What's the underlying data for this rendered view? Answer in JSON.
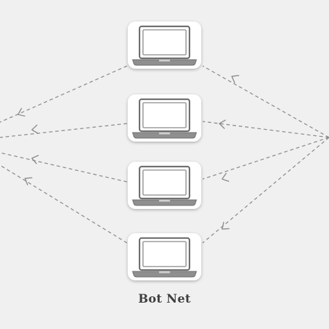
{
  "diagram": {
    "caption": "Bot Net",
    "nodes": [
      {
        "type": "laptop",
        "icon": "laptop-icon"
      },
      {
        "type": "laptop",
        "icon": "laptop-icon"
      },
      {
        "type": "laptop",
        "icon": "laptop-icon"
      },
      {
        "type": "laptop",
        "icon": "laptop-icon"
      }
    ],
    "edges": [
      {
        "from": "right",
        "to": "laptop-1",
        "arrow": "to"
      },
      {
        "from": "right",
        "to": "laptop-2",
        "arrow": "to"
      },
      {
        "from": "right",
        "to": "laptop-3",
        "arrow": "to"
      },
      {
        "from": "right",
        "to": "laptop-4",
        "arrow": "to"
      },
      {
        "from": "laptop-1",
        "to": "left",
        "arrow": "to"
      },
      {
        "from": "laptop-2",
        "to": "left",
        "arrow": "to"
      },
      {
        "from": "laptop-3",
        "to": "left",
        "arrow": "to"
      },
      {
        "from": "laptop-4",
        "to": "left",
        "arrow": "to"
      }
    ],
    "colors": {
      "background": "#f0f0f0",
      "connector": "#8c8c8c",
      "laptop_outline": "#6e6e6e",
      "caption": "#3f3f3f"
    }
  }
}
